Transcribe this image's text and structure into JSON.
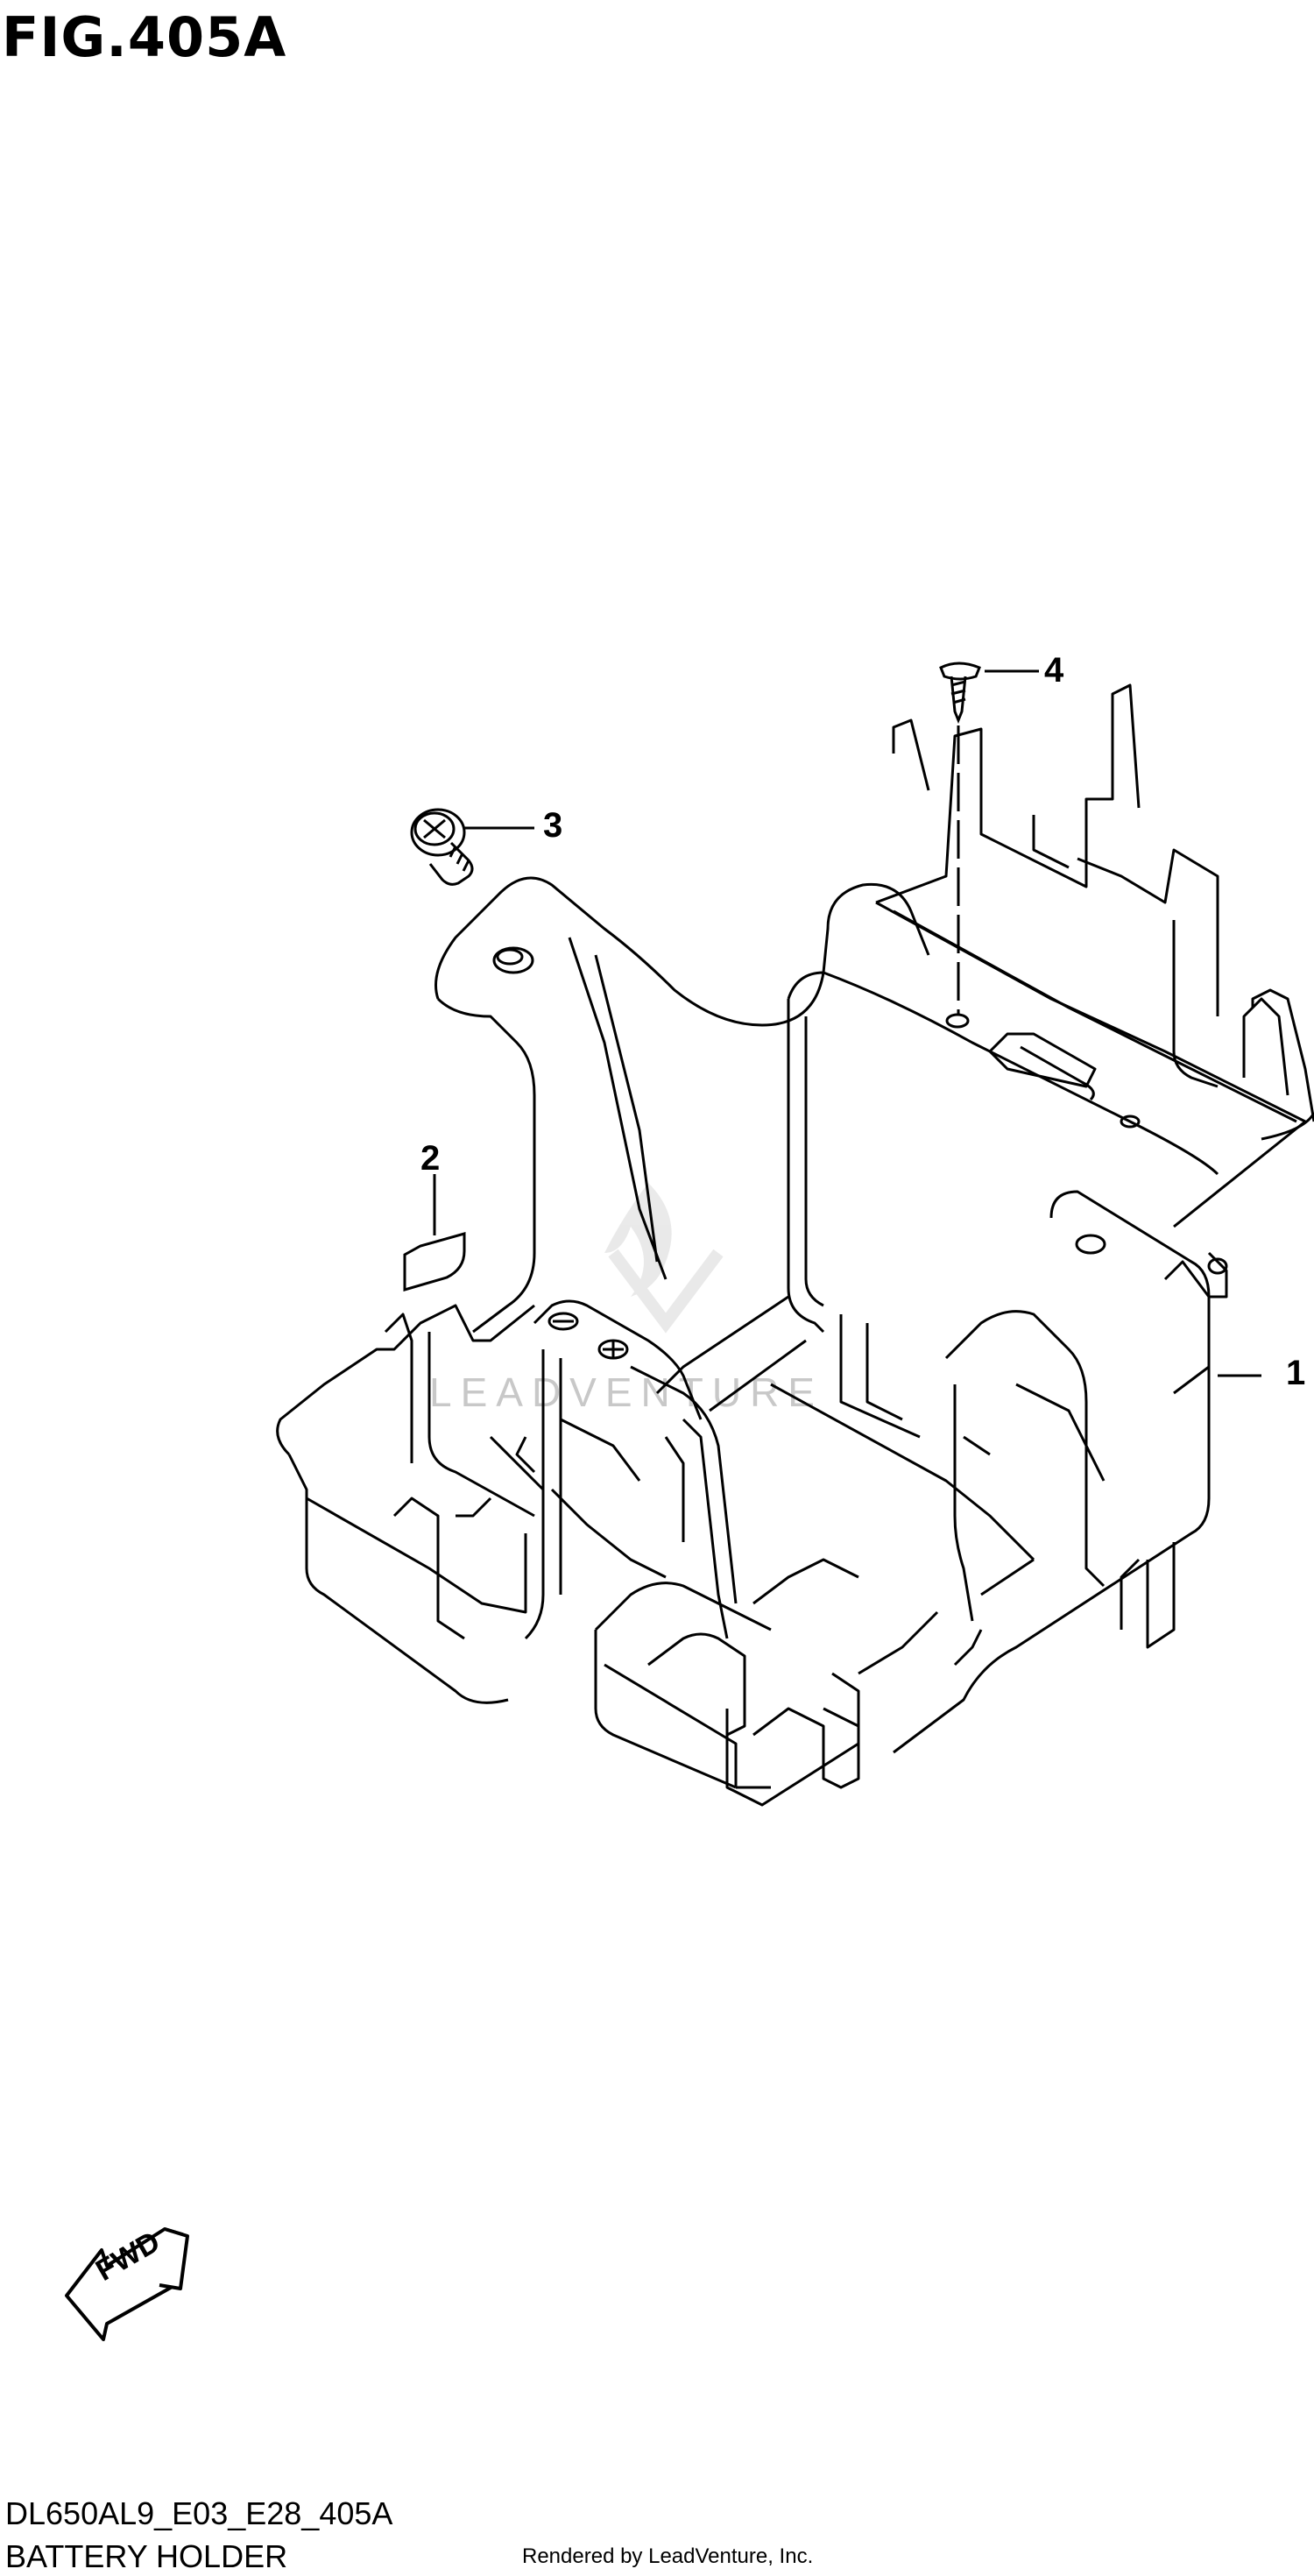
{
  "figure": {
    "title": "FIG.405A",
    "ref_code": "DL650AL9_E03_E28_405A",
    "name": "BATTERY HOLDER",
    "credit": "Rendered by LeadVenture, Inc.",
    "watermark": "LEADVENTURE",
    "direction_label": "FWD"
  },
  "callouts": [
    {
      "number": "1",
      "part": "battery holder"
    },
    {
      "number": "2",
      "part": "label"
    },
    {
      "number": "3",
      "part": "bolt"
    },
    {
      "number": "4",
      "part": "screw"
    }
  ],
  "colors": {
    "line": "#000000",
    "background": "#ffffff",
    "watermark": "#c8c8c8"
  }
}
